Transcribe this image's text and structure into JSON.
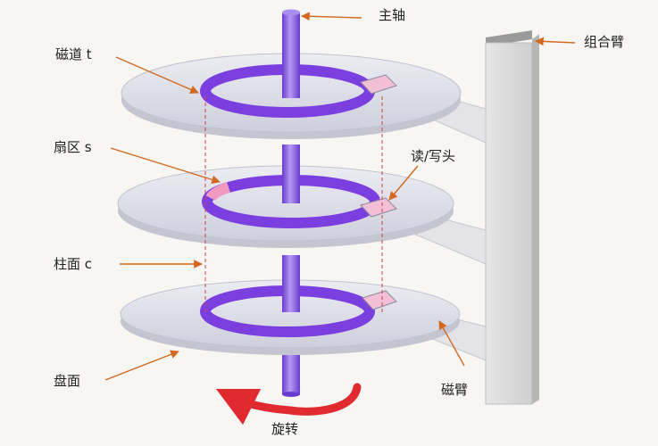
{
  "labels": {
    "spindle": "主轴",
    "track": "磁道 t",
    "arm_assembly": "组合臂",
    "sector": "扇区 s",
    "read_write_head": "读/写头",
    "cylinder": "柱面 c",
    "platter": "盘面",
    "head_arm": "磁臂",
    "rotation": "旋转"
  },
  "colors": {
    "background": "#f7f6f3",
    "track_ring": "#7b3fe0",
    "spindle": "#8b5be6",
    "platter": "#dedee8",
    "head": "#f3bfd6",
    "sector": "#f19ac0",
    "arrow": "#d2691e",
    "rotation_arrow": "#e02a30",
    "arm_column": "#d6d6d6"
  }
}
